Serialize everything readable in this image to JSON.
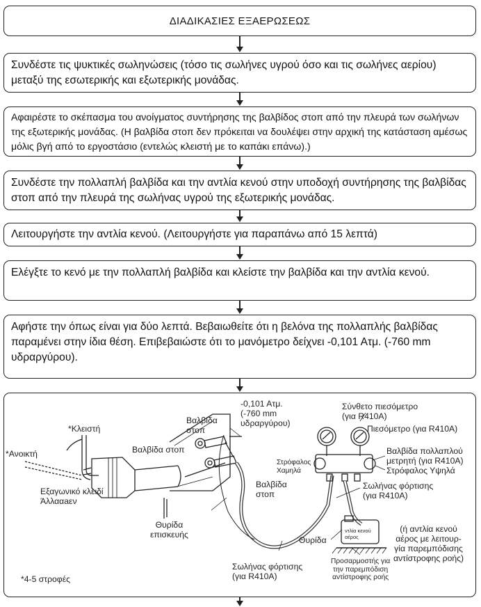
{
  "title": "ΔΙΑΔΙΚΑΣΙΕΣ ΕΞΑΕΡΩΣΕΩΣ",
  "steps": [
    "Συνδέστε τις ψυκτικές σωληνώσεις (τόσο τις σωλήνες υγρού όσο και τις σωλήνες αερίου) μεταξύ της εσωτερικής και εξωτερικής μονάδας.",
    "Αφαιρέστε το σκέπασμα του ανοίγματος συντήρησης της βαλβίδος στοπ από την πλευρά των σωλήνων της εξωτερικής μονάδας. (Η βαλβίδα στοπ δεν πρόκειται να δουλέψει στην αρχική της κατάσταση αμέσως μόλις βγή από το εργοστάσιο (εντελώς κλειστή με το καπάκι επάνω).)",
    "Συνδέστε την πολλαπλή βαλβίδα και την αντλία κενού στην υποδοχή συντήρησης της βαλβίδας στοπ από την πλευρά της σωλήνας υγρού της εξωτερικής μονάδας.",
    "Λειτουργήστε την αντλία κενού. (Λειτουργήστε για παραπάνω από 15 λεπτά)",
    "Ελέγξτε το κενό με την πολλαπλή βαλβίδα και κλείστε την βαλβίδα και την αντλία κενού.",
    "Αφήστε την όπως είναι για δύο λεπτά. Βεβαιωθείτε ότι η βελόνα της πολλαπλής βαλβίδας παραμένει στην ίδια θέση. Επιβεβαιώστε ότι το μανόμετρο δείχνει -0,101 Ατμ. (-760 mm υδραργύρου)."
  ],
  "diagram": {
    "closed": "*Κλειστή",
    "open": "*Ανοικτή",
    "stop_valve_left": "Βαλβίδα στοπ",
    "hex_key": "Εξαγωνικό κλειδί\nΆλλααaεν",
    "turns": "*4-5 στροφές",
    "service_port": "Θυρίδα\nεπισκευής",
    "stop_valve_top": "Βαλβίδα\nστοπ",
    "stop_valve_bottom": "Βαλβίδα\nστοπ",
    "pressure_reading": "-0,101 Ατμ.\n(-760 mm\nυδραργύρου)",
    "compound_gauge": "Σύνθετο πιεσόμετρο\n(για R410A)",
    "pressure_gauge": "Πιεσόμετρο (για R410A)",
    "manifold_valve": "Βαλβίδα πολλαπλού\nμετρητή (για R410A)",
    "handle_low": "Στρόφαλος\nΧαμηλά",
    "handle_high": "Στρόφαλος Υψηλά",
    "charge_hose_right": "Σωλήνας φόρτισης\n(για R410A)",
    "pump_label": "ντλία κενού\nαέρος",
    "port": "Θυρίδα",
    "adapter": "Προσαρμοστής για\nτην παρεμπόδιση\nαντίστροφης ροής",
    "pump_alt": "(ή αντλία κενού\nαέρος με λειτουρ-\nγία παρεμπόδισης\nαντίστροφης ροής)",
    "charge_hose_bottom": "Σωλήνας φόρτισης\n(για R410A)"
  }
}
